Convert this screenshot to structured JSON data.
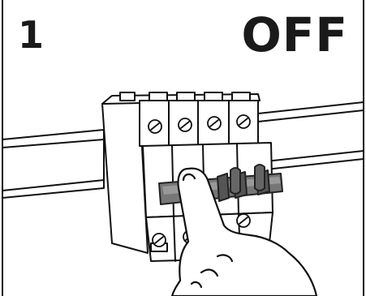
{
  "step": {
    "number": "1",
    "state": "OFF"
  },
  "illustration": {
    "breaker_poles": 4
  }
}
